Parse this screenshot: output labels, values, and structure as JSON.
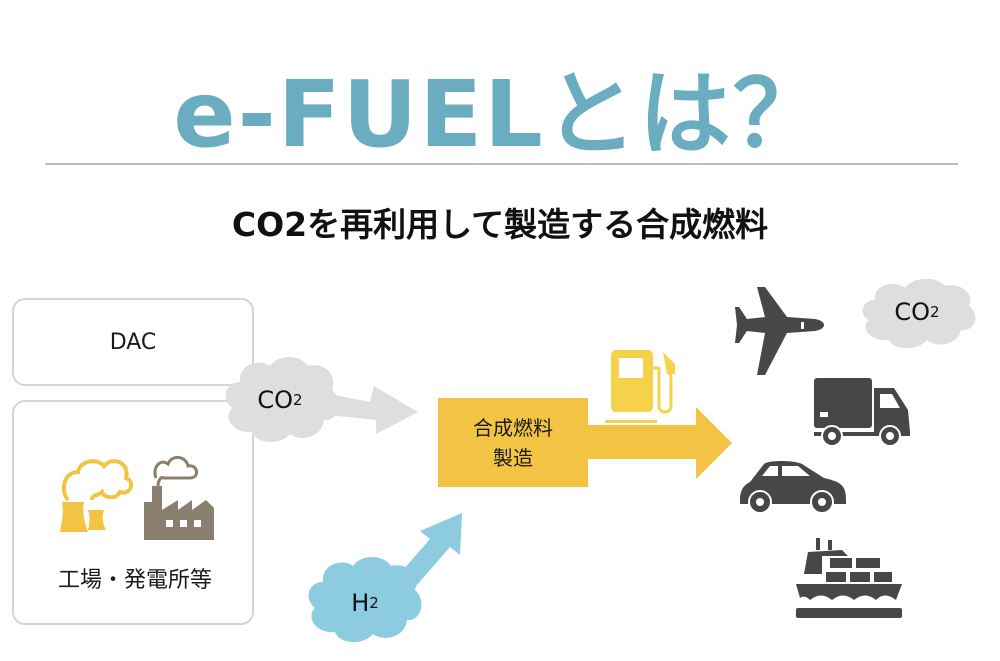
{
  "title": "e-FUELとは？",
  "subtitle": "CO2を再利用して製造する合成燃料",
  "sources": {
    "dac_label": "DAC",
    "facility_label": "工場・発電所等"
  },
  "co2_cloud": {
    "main": "CO",
    "sub": "2"
  },
  "h2_cloud": {
    "main": "H",
    "sub": "2"
  },
  "synthesis": {
    "line1": "合成燃料",
    "line2": "製造"
  },
  "emission_cloud": {
    "main": "CO",
    "sub": "2"
  },
  "colors": {
    "title": "#6aadc0",
    "synthesis": "#f3c443",
    "hydrogen": "#8ccbe0",
    "co2": "#dedede",
    "vehicle": "#474747",
    "factory": "#8b7f70"
  }
}
